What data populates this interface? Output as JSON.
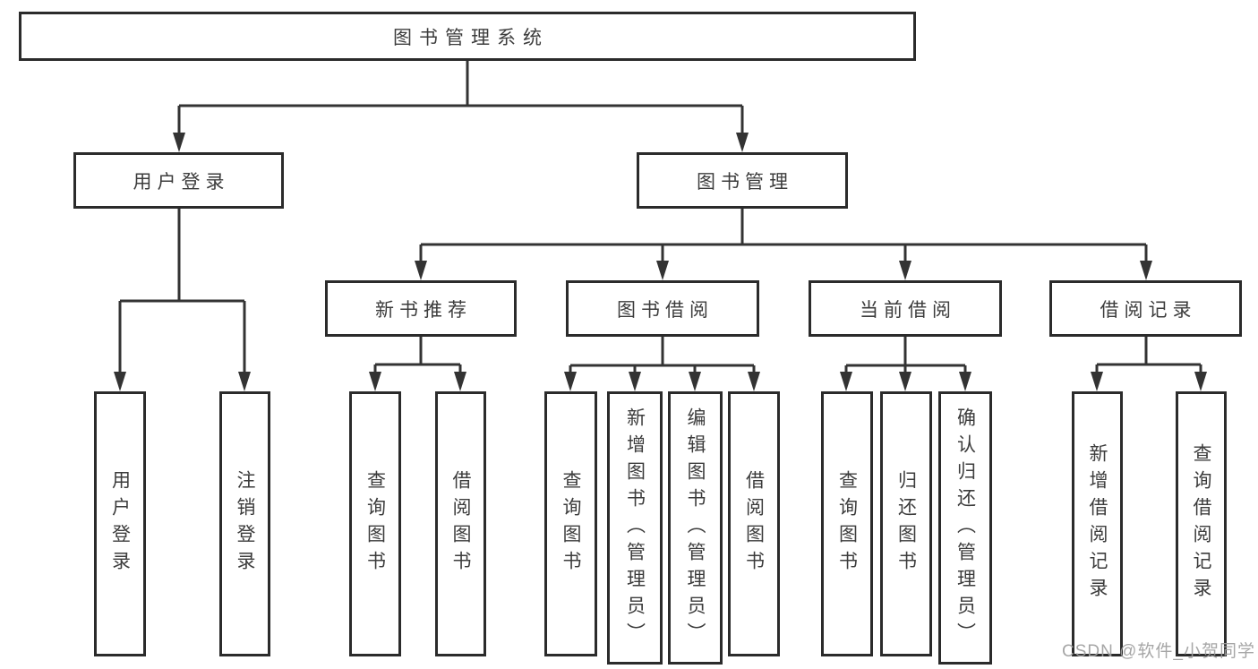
{
  "tree": {
    "label": "图书管理系统",
    "children": [
      {
        "label": "用户登录",
        "children": [
          {
            "label": "用户登录"
          },
          {
            "label": "注销登录"
          }
        ]
      },
      {
        "label": "图书管理",
        "children": [
          {
            "label": "新书推荐",
            "children": [
              {
                "label": "查询图书"
              },
              {
                "label": "借阅图书"
              }
            ]
          },
          {
            "label": "图书借阅",
            "children": [
              {
                "label": "查询图书"
              },
              {
                "label": "新增图书（管理员）"
              },
              {
                "label": "编辑图书（管理员）"
              },
              {
                "label": "借阅图书"
              }
            ]
          },
          {
            "label": "当前借阅",
            "children": [
              {
                "label": "查询图书"
              },
              {
                "label": "归还图书"
              },
              {
                "label": "确认归还（管理员）"
              }
            ]
          },
          {
            "label": "借阅记录",
            "children": [
              {
                "label": "新增借阅记录"
              },
              {
                "label": "查询借阅记录"
              }
            ]
          }
        ]
      }
    ]
  },
  "watermark": "CSDN @软件_小贺同学",
  "colors": {
    "line": "#333333",
    "border": "#2b2b2b",
    "text": "#3c3c3c",
    "watermark": "#9e9e9e"
  }
}
